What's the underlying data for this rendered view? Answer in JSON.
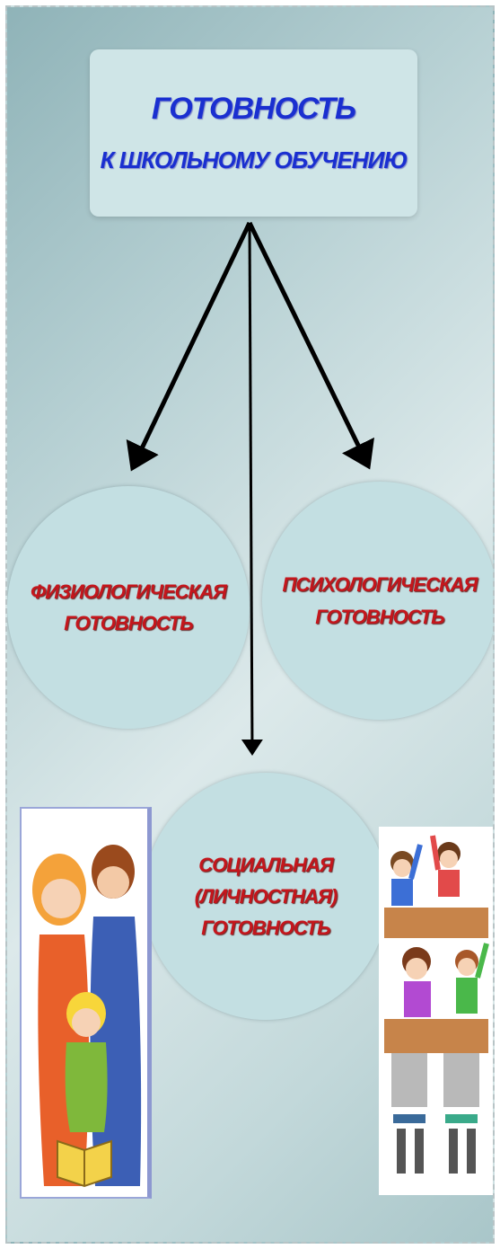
{
  "diagram": {
    "top_box": {
      "line1": "ГОТОВНОСТЬ",
      "line2": "К ШКОЛЬНОМУ ОБУЧЕНИЮ"
    },
    "circles": {
      "physiological": {
        "line1": "ФИЗИОЛОГИЧЕСКАЯ",
        "line2": "ГОТОВНОСТЬ"
      },
      "psychological": {
        "line1": "ПСИХОЛОГИЧЕСКАЯ",
        "line2": "ГОТОВНОСТЬ"
      },
      "social": {
        "line1": "СОЦИАЛЬНАЯ",
        "line2": "(ЛИЧНОСТНАЯ)",
        "line3": "ГОТОВНОСТЬ"
      }
    },
    "colors": {
      "title_text": "#1a2fd0",
      "circle_text": "#c4161c",
      "circle_fill": "#c3dfe2",
      "arrow": "#000000"
    }
  }
}
